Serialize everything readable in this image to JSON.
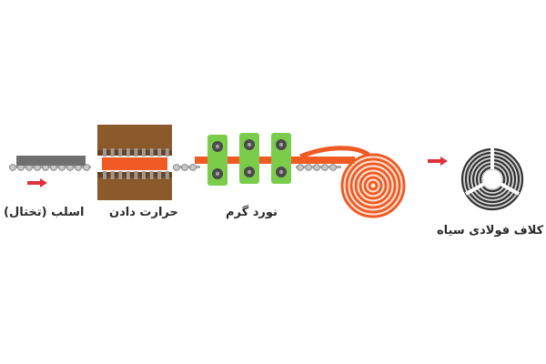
{
  "stages": [
    {
      "id": "slab",
      "label": "اسلب (تختال)"
    },
    {
      "id": "heating",
      "label": "حرارت دادن"
    },
    {
      "id": "hot-rolling",
      "label": "نورد گرم"
    },
    {
      "id": "coil",
      "label": "کلاف فولادی سیاه"
    }
  ],
  "colors": {
    "roller": "#c8c8c8",
    "roller_dark": "#8a8a8a",
    "slab": "#6f6f6f",
    "furnace": "#8b5a2b",
    "furnace_dark": "#6b4220",
    "heater": "#9a9a9a",
    "hot_strip": "#f05a23",
    "hot_strip_light": "#ff7a3d",
    "mill_stand": "#7ccc4c",
    "mill_roll": "#4a4a4a",
    "arrow": "#e0323c",
    "coil_dark": "#333333",
    "coil_light": "#d8d8d8"
  }
}
